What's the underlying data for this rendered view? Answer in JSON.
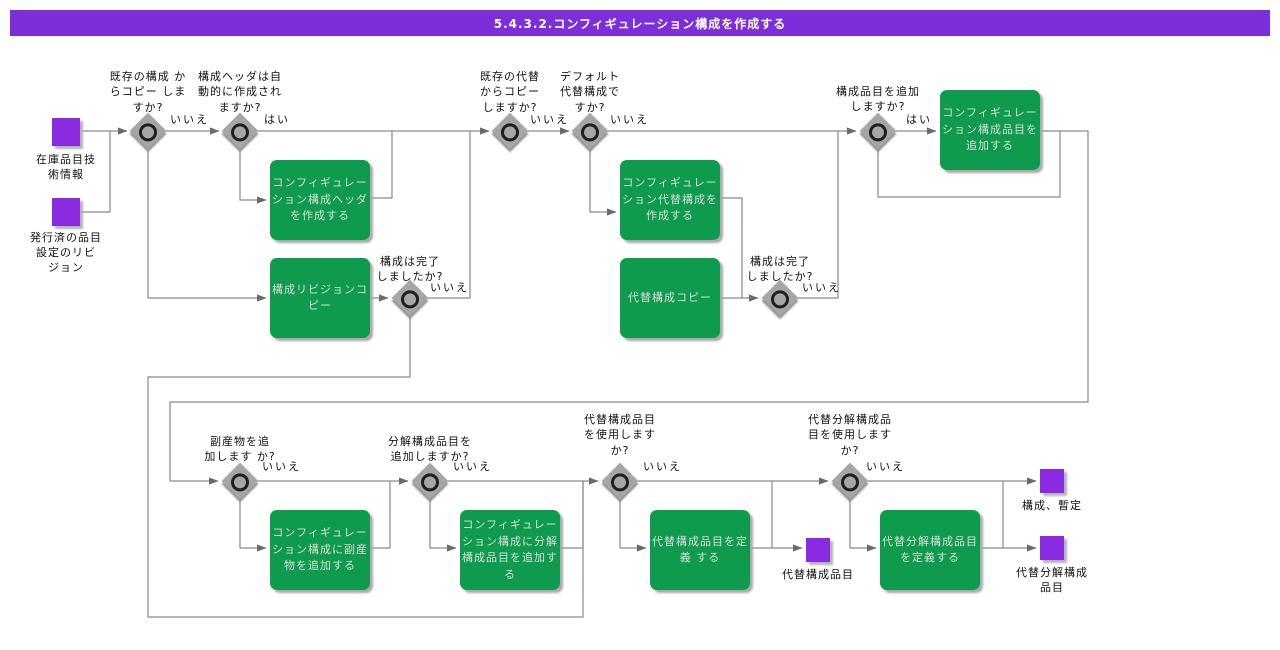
{
  "diagram": {
    "title": "5.4.3.2.コンフィギュレーション構成を作成する",
    "colors": {
      "title_bar": "#7d2edb",
      "event_square": "#8a2be2",
      "task_fill": "#0f9b4e",
      "gateway_fill": "#a6a6a6",
      "connector": "#8a8a8a"
    },
    "start_events": [
      {
        "label": "在庫品目技\n術情報"
      },
      {
        "label": "発行済の品目\n設定のリビ\nジョン"
      }
    ],
    "end_events": [
      {
        "label": "代替構成品目"
      },
      {
        "label": "構成、暫定"
      },
      {
        "label": "代替分解構成\n品目"
      }
    ],
    "gateways": [
      {
        "question": "既存の構成 か\nらコピー しま\nすか?",
        "answer": "いいえ"
      },
      {
        "question": "構成ヘッダは自\n動的に作成され\nますか?",
        "answer": "はい"
      },
      {
        "question": "構成は完了\nしましたか?",
        "answer": "いいえ"
      },
      {
        "question": "既存の代替\nからコピー\nしますか?",
        "answer": "いいえ"
      },
      {
        "question": "デフォルト\n代替構成で\nすか?",
        "answer": "いいえ"
      },
      {
        "question": "構成は完了\nしましたか?",
        "answer": "いいえ"
      },
      {
        "question": "構成品目を追加\nしますか?",
        "answer": "はい"
      },
      {
        "question": "副産物を追\n加します か?",
        "answer": "いいえ"
      },
      {
        "question": "分解構成品目を\n追加しますか?",
        "answer": "いいえ"
      },
      {
        "question": "代替構成品目\nを使用します\nか?",
        "answer": "いいえ"
      },
      {
        "question": "代替分解構成品\n目を使用します\nか?",
        "answer": "いいえ"
      }
    ],
    "tasks": [
      {
        "label": "コンフィギュレー\nション構成ヘッダ\nを作成する"
      },
      {
        "label": "構成リビジョンコ\nピー"
      },
      {
        "label": "コンフィギュレー\nション代替構成を\n作成する"
      },
      {
        "label": "代替構成コピー"
      },
      {
        "label": "コンフィギュレー\nション構成品目を\n追加する"
      },
      {
        "label": "コンフィギュレー\nション構成に副産\n物を追加する"
      },
      {
        "label": "コンフィギュレー\nション構成に分解\n構成品目を追加す\nる"
      },
      {
        "label": "代替構成品目を定\n義 する"
      },
      {
        "label": "代替分解構成品目\nを定義する"
      }
    ]
  }
}
